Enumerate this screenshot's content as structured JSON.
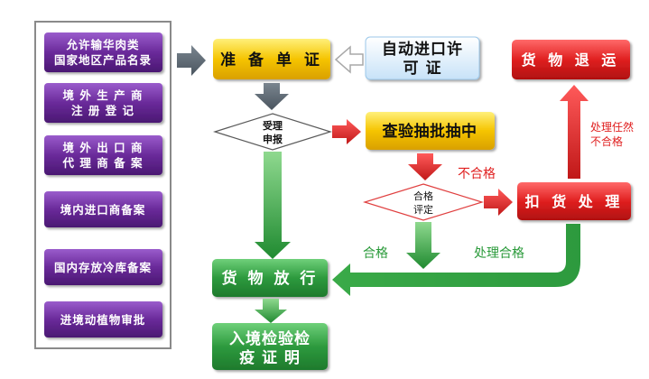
{
  "left_panel": {
    "items": [
      {
        "lines": [
          "允许输华肉类",
          "国家地区产品名录"
        ]
      },
      {
        "lines": [
          "境 外 生 产 商",
          "注   册   登   记"
        ]
      },
      {
        "lines": [
          "境 外 出 口 商",
          "代 理 商 备 案"
        ]
      },
      {
        "lines": [
          "境内进口商备案"
        ]
      },
      {
        "lines": [
          "国内存放冷库备案"
        ]
      },
      {
        "lines": [
          "进境动植物审批"
        ]
      }
    ]
  },
  "nodes": {
    "prepare_docs": "准 备 单 证",
    "auto_permit_line1": "自动进口许",
    "auto_permit_line2": "可    证",
    "accept_line1": "受理",
    "accept_line2": "申报",
    "inspect_sample": "查验抽批抽中",
    "eval_line1": "合格",
    "eval_line2": "评定",
    "detain": "扣 货 处 理",
    "return_goods": "货 物 退 运",
    "release": "货 物 放 行",
    "cert_line1": "入境检验检",
    "cert_line2": "疫   证   明"
  },
  "edge_labels": {
    "unqualified": "不合格",
    "qualified": "合格",
    "handled_qualified": "处理合格",
    "still_unqualified_line1": "处理任然",
    "still_unqualified_line2": "不合格"
  },
  "colors": {
    "purple": "#6a2a9a",
    "yellow": "#f5c400",
    "green": "#2d9a3e",
    "red": "#e02020",
    "light_blue": "#d7ecfb",
    "gray_arrow": "#5a6570"
  }
}
